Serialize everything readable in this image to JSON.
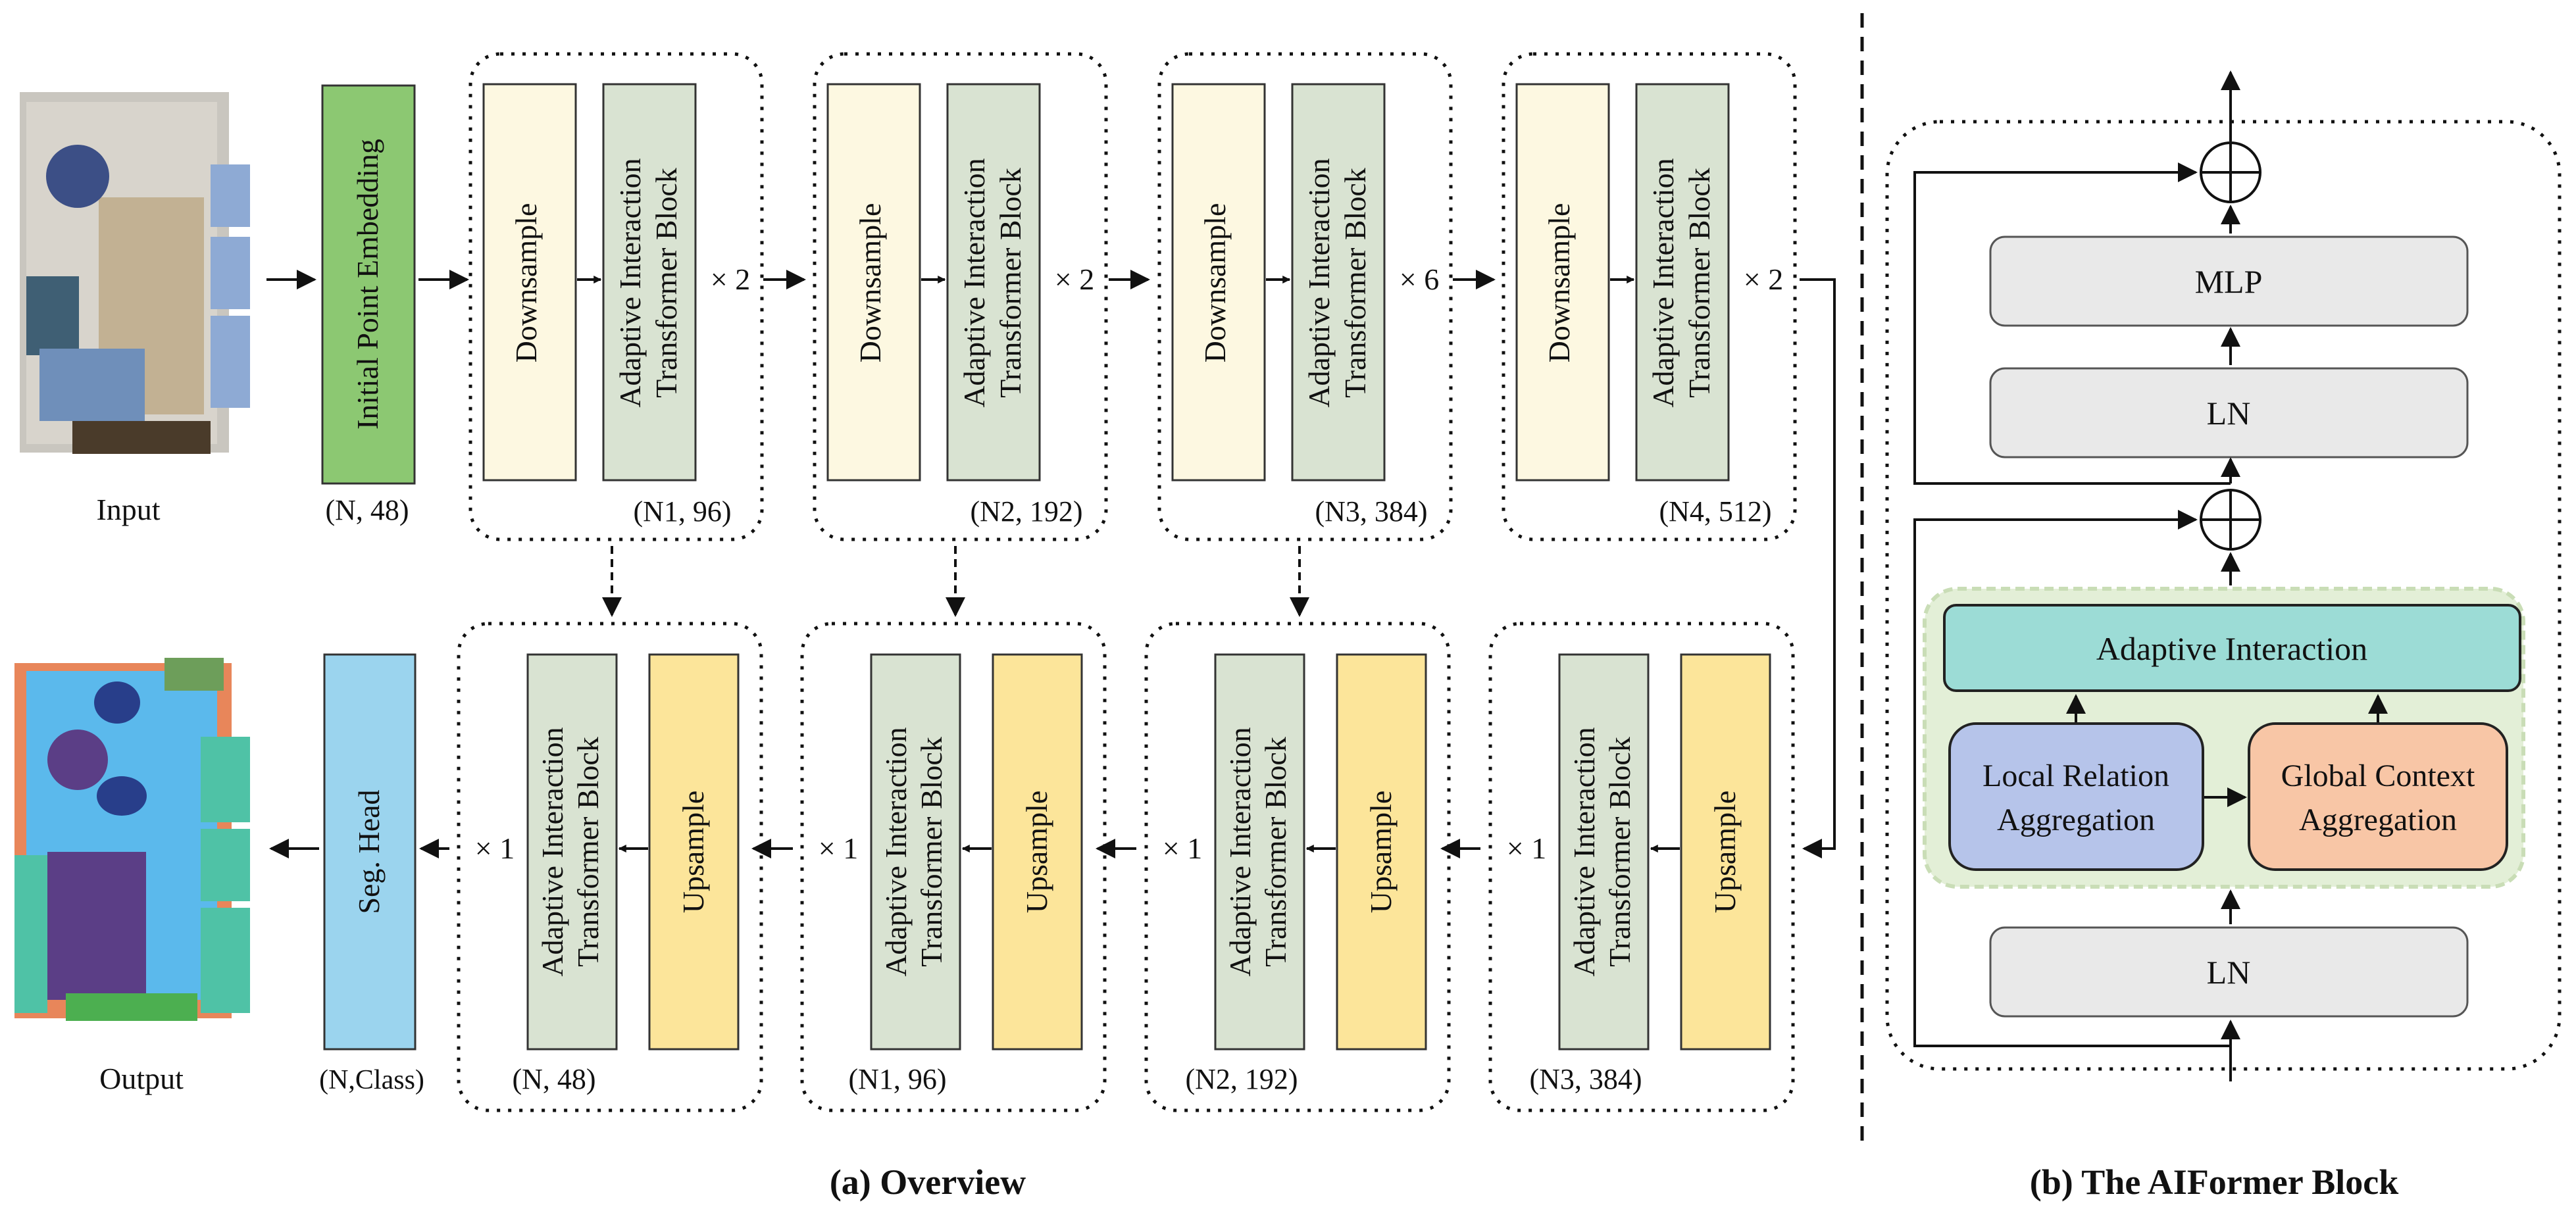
{
  "overview": {
    "caption": "(a) Overview",
    "input_label": "Input",
    "output_label": "Output",
    "initial_embedding": "Initial Point Embedding",
    "initial_shape": "(N, 48)",
    "seg_head": "Seg. Head",
    "seg_shape": "(N,Class)",
    "downsample": "Downsample",
    "upsample": "Upsample",
    "aitb_line1": "Adaptive Interaction",
    "aitb_line2": "Transformer Block",
    "encoder": [
      {
        "repeat": "× 2",
        "shape": "(N1, 96)"
      },
      {
        "repeat": "× 2",
        "shape": "(N2, 192)"
      },
      {
        "repeat": "× 6",
        "shape": "(N3, 384)"
      },
      {
        "repeat": "× 2",
        "shape": "(N4, 512)"
      }
    ],
    "decoder": [
      {
        "repeat": "× 1",
        "shape": "(N, 48)"
      },
      {
        "repeat": "× 1",
        "shape": "(N1, 96)"
      },
      {
        "repeat": "× 1",
        "shape": "(N2, 192)"
      },
      {
        "repeat": "× 1",
        "shape": "(N3, 384)"
      }
    ]
  },
  "block": {
    "caption": "(b) The AIFormer Block",
    "mlp": "MLP",
    "ln_top": "LN",
    "ln_bottom": "LN",
    "adaptive_interaction": "Adaptive Interaction",
    "local_line1": "Local Relation",
    "local_line2": "Aggregation",
    "global_line1": "Global Context",
    "global_line2": "Aggregation"
  },
  "colors": {
    "embedding": "#8cc872",
    "downsample": "#fdf8e1",
    "aitb": "#d9e3d2",
    "upsample": "#fce59a",
    "seg_head": "#9bd4ee",
    "ln_mlp": "#e9e9e9",
    "adaptive": "#9cdcd6",
    "local": "#b6c4ea",
    "global": "#f8c6a6",
    "green_region": "#e3efd7"
  }
}
